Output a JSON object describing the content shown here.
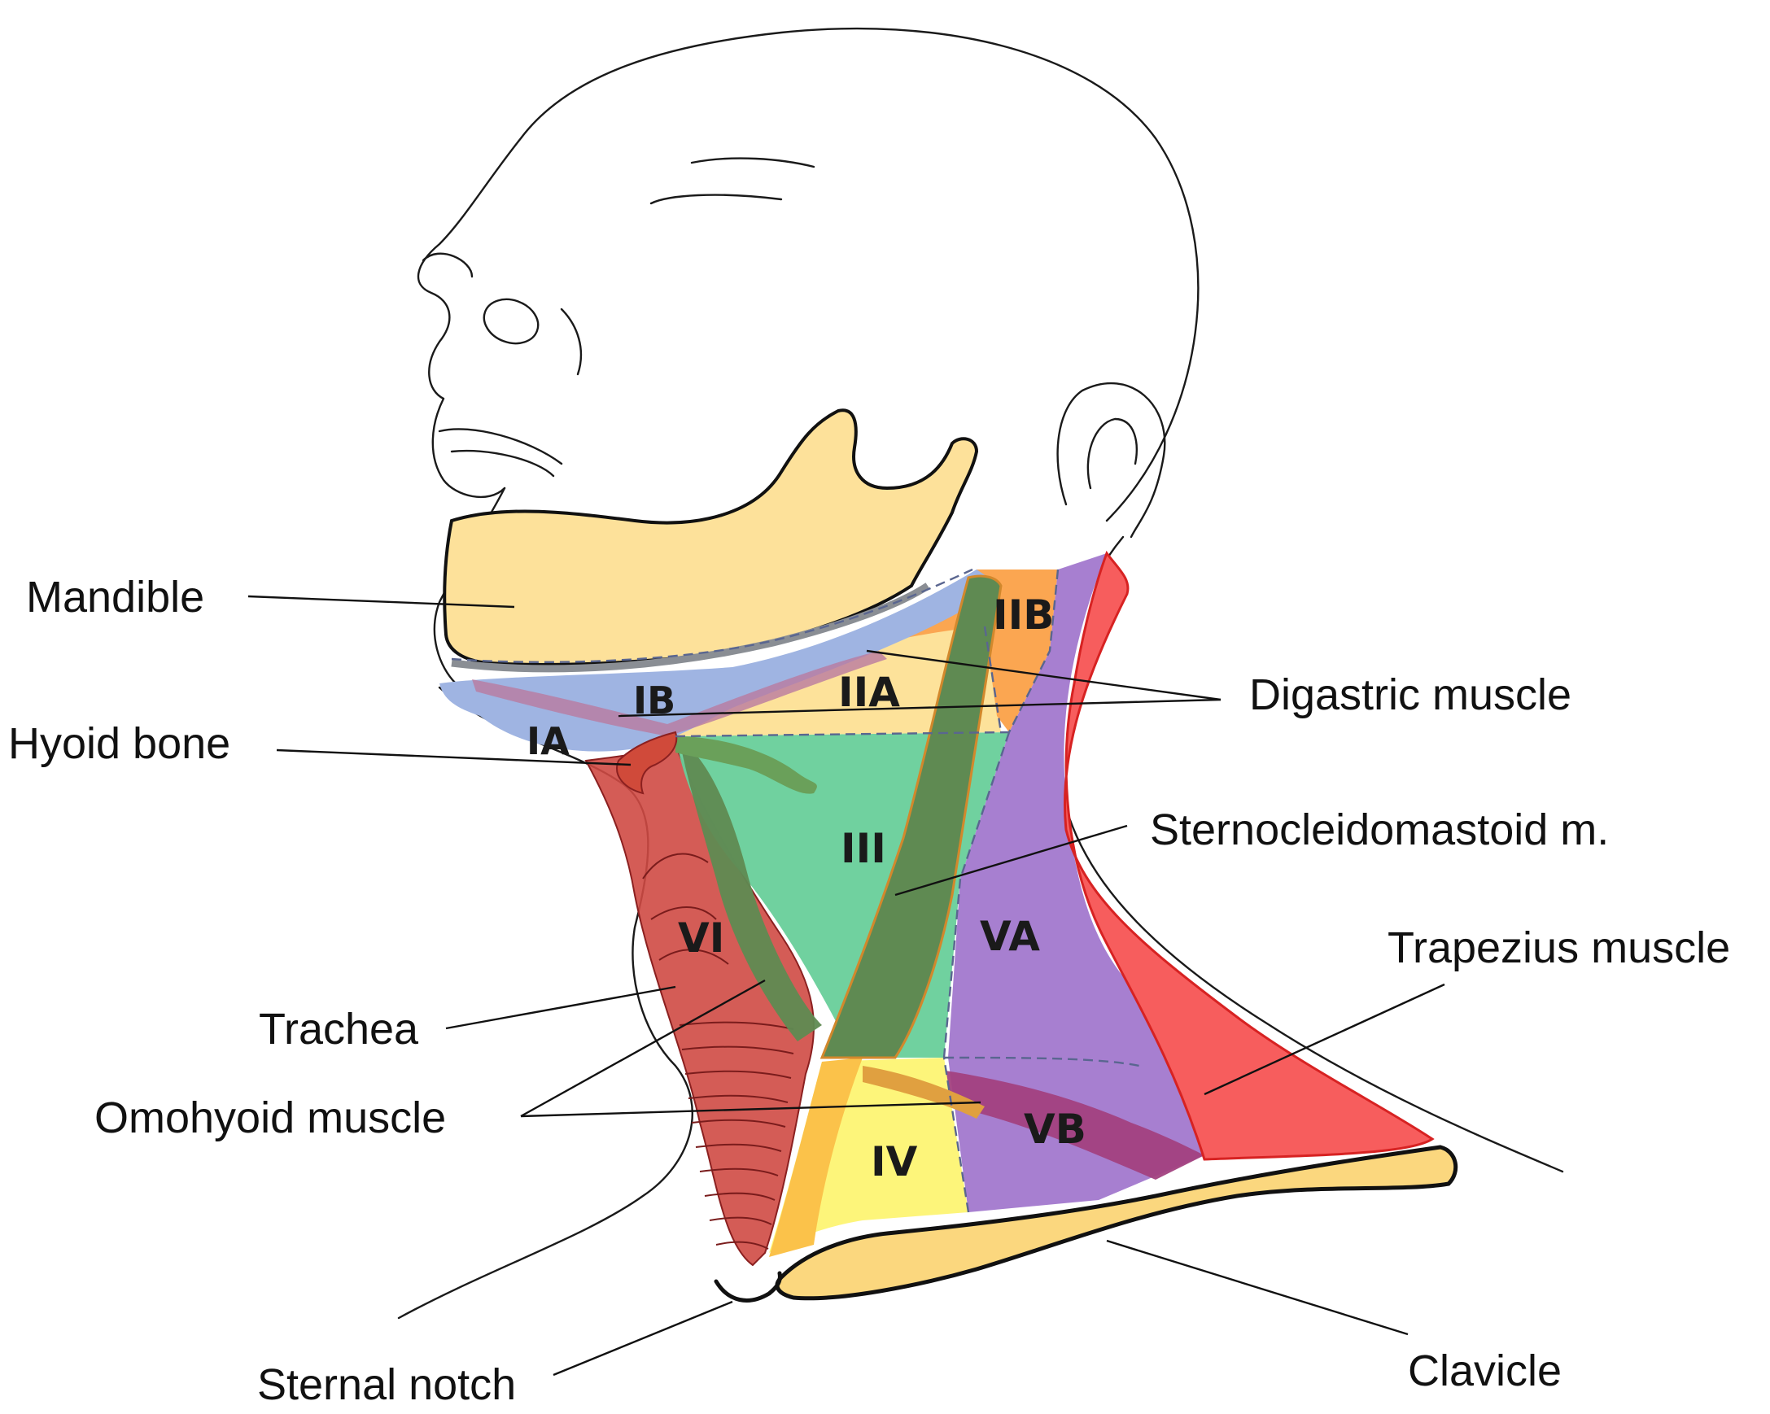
{
  "labels": {
    "mandible": "Mandible",
    "hyoid_bone": "Hyoid bone",
    "digastric_muscle": "Digastric muscle",
    "sternocleidomastoid": "Sternocleidomastoid m.",
    "trapezius_muscle": "Trapezius muscle",
    "trachea": "Trachea",
    "omohyoid_muscle": "Omohyoid muscle",
    "sternal_notch": "Sternal notch",
    "clavicle": "Clavicle"
  },
  "levels": {
    "IA": "IA",
    "IB": "IB",
    "IIA": "IIA",
    "IIB": "IIB",
    "III": "III",
    "IV": "IV",
    "VA": "VA",
    "VB": "VB",
    "VI": "VI"
  },
  "colors": {
    "mandible": "#fde19a",
    "clavicle": "#fbd77e",
    "level_I": "#9fb4e2",
    "level_IIA": "#fde29a",
    "level_IIB": "#fba651",
    "level_III": "#68cf9a",
    "level_IV": "#fdf57a",
    "level_V": "#a77fd0",
    "level_VB": "#a2417f",
    "trapezius": "#f75d5d",
    "level_VI": "#cf4a44",
    "scm": "#5f8a52",
    "omohyoid": "#6aa05a",
    "outline": "#1a1a1a"
  }
}
